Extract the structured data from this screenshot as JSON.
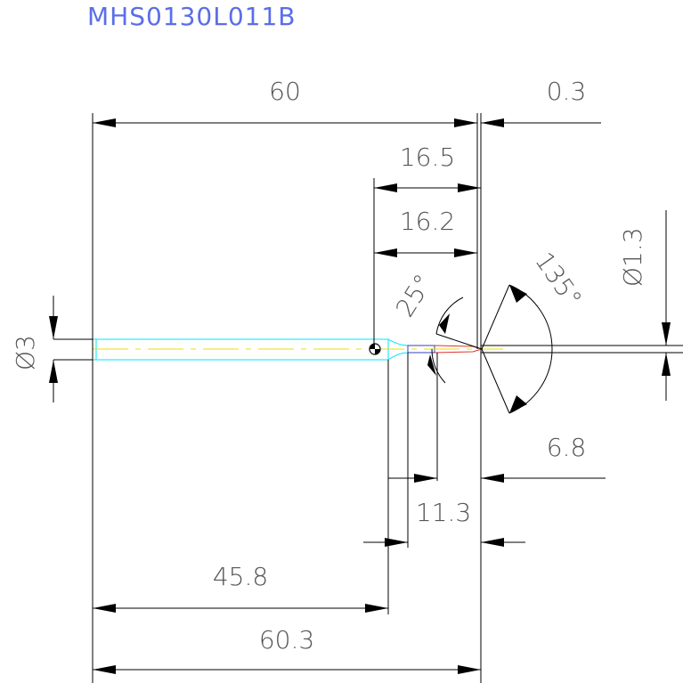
{
  "title": "MHS0130L011B",
  "dimensions": {
    "overall_length_60": "60",
    "tip_offset": "0.3",
    "neck_16_5": "16.5",
    "neck_16_2": "16.2",
    "angle_25": "25°",
    "angle_135": "135°",
    "shank_dia": "Ø3",
    "tip_dia": "Ø1.3",
    "length_6_8": "6.8",
    "length_11_3": "11.3",
    "length_45_8": "45.8",
    "overall_length_60_3": "60.3"
  },
  "colors": {
    "title": "#5b6ee8",
    "text": "#555555",
    "shank_outline": "#00e5ff",
    "centerline": "#e8e000",
    "cutting_edge": "#e03030",
    "neck": "#3040c0"
  }
}
